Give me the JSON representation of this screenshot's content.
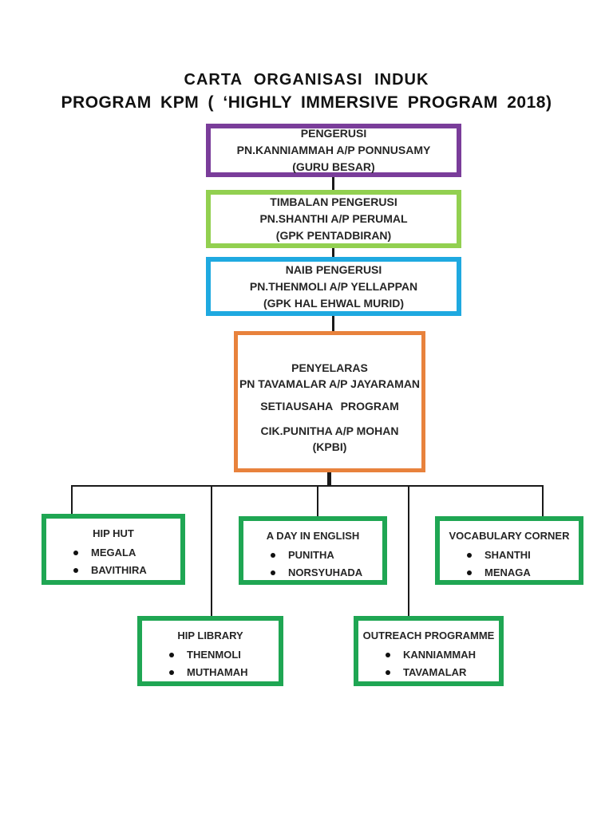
{
  "title": {
    "line1": "CARTA  ORGANISASI  INDUK",
    "line2": "PROGRAM  KPM ( ‘HIGHLY  IMMERSIVE PROGRAM 2018)"
  },
  "colors": {
    "purple": "#7A3D9A",
    "light_green": "#92D050",
    "blue": "#1FA9E0",
    "orange": "#E8823C",
    "green": "#1FA653",
    "connector": "#1a1a1a",
    "text": "#262626"
  },
  "hierarchy": {
    "pengerusi": {
      "role": "PENGERUSI",
      "name": "PN.KANNIAMMAH A/P PONNUSAMY",
      "position": "(GURU BESAR)",
      "border_color": "#7A3D9A"
    },
    "timbalan_pengerusi": {
      "role": "TIMBALAN PENGERUSI",
      "name": "PN.SHANTHI A/P PERUMAL",
      "position": "(GPK PENTADBIRAN)",
      "border_color": "#92D050"
    },
    "naib_pengerusi": {
      "role": "NAIB PENGERUSI",
      "name": "PN.THENMOLI A/P  YELLAPPAN",
      "position": "(GPK HAL EHWAL MURID)",
      "border_color": "#1FA9E0"
    },
    "penyelaras": {
      "role1": "PENYELARAS",
      "name1": "PN TAVAMALAR A/P JAYARAMAN",
      "role2": "SETIAUSAHA  PROGRAM",
      "name2": "CIK.PUNITHA A/P MOHAN",
      "position2": "(KPBI)",
      "border_color": "#E8823C"
    }
  },
  "committees": [
    {
      "title": "HIP HUT",
      "members": [
        "MEGALA",
        "BAVITHIRA"
      ],
      "border_color": "#1FA653"
    },
    {
      "title": "A DAY IN ENGLISH",
      "members": [
        "PUNITHA",
        "NORSYUHADA"
      ],
      "border_color": "#1FA653"
    },
    {
      "title": "VOCABULARY CORNER",
      "members": [
        "SHANTHI",
        "MENAGA"
      ],
      "border_color": "#1FA653"
    },
    {
      "title": "HIP LIBRARY",
      "members": [
        "THENMOLI",
        "MUTHAMAH"
      ],
      "border_color": "#1FA653"
    },
    {
      "title": "OUTREACH PROGRAMME",
      "members": [
        "KANNIAMMAH",
        "TAVAMALAR"
      ],
      "border_color": "#1FA653"
    }
  ]
}
